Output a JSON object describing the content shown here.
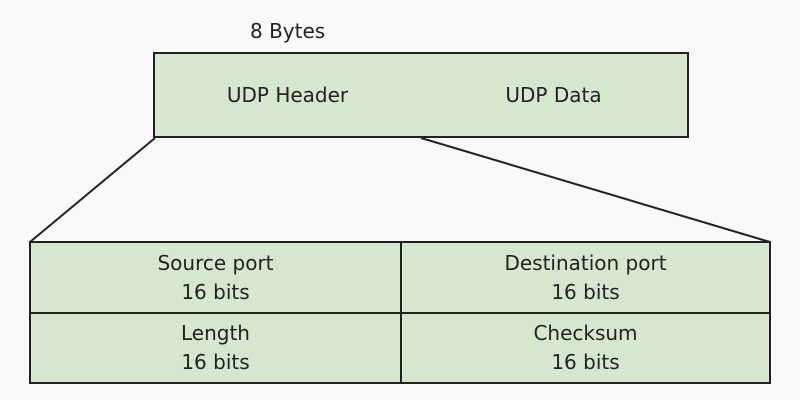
{
  "diagram": {
    "header_size_label": "8 Bytes",
    "packet": {
      "header_label": "UDP Header",
      "data_label": "UDP Data"
    },
    "header_fields": [
      {
        "name": "Source port",
        "size": "16 bits"
      },
      {
        "name": "Destination port",
        "size": "16 bits"
      },
      {
        "name": "Length",
        "size": "16 bits"
      },
      {
        "name": "Checksum",
        "size": "16 bits"
      }
    ]
  },
  "colors": {
    "box_fill": "#d5e8cf",
    "stroke": "#222222",
    "background": "#f9f9f9"
  }
}
